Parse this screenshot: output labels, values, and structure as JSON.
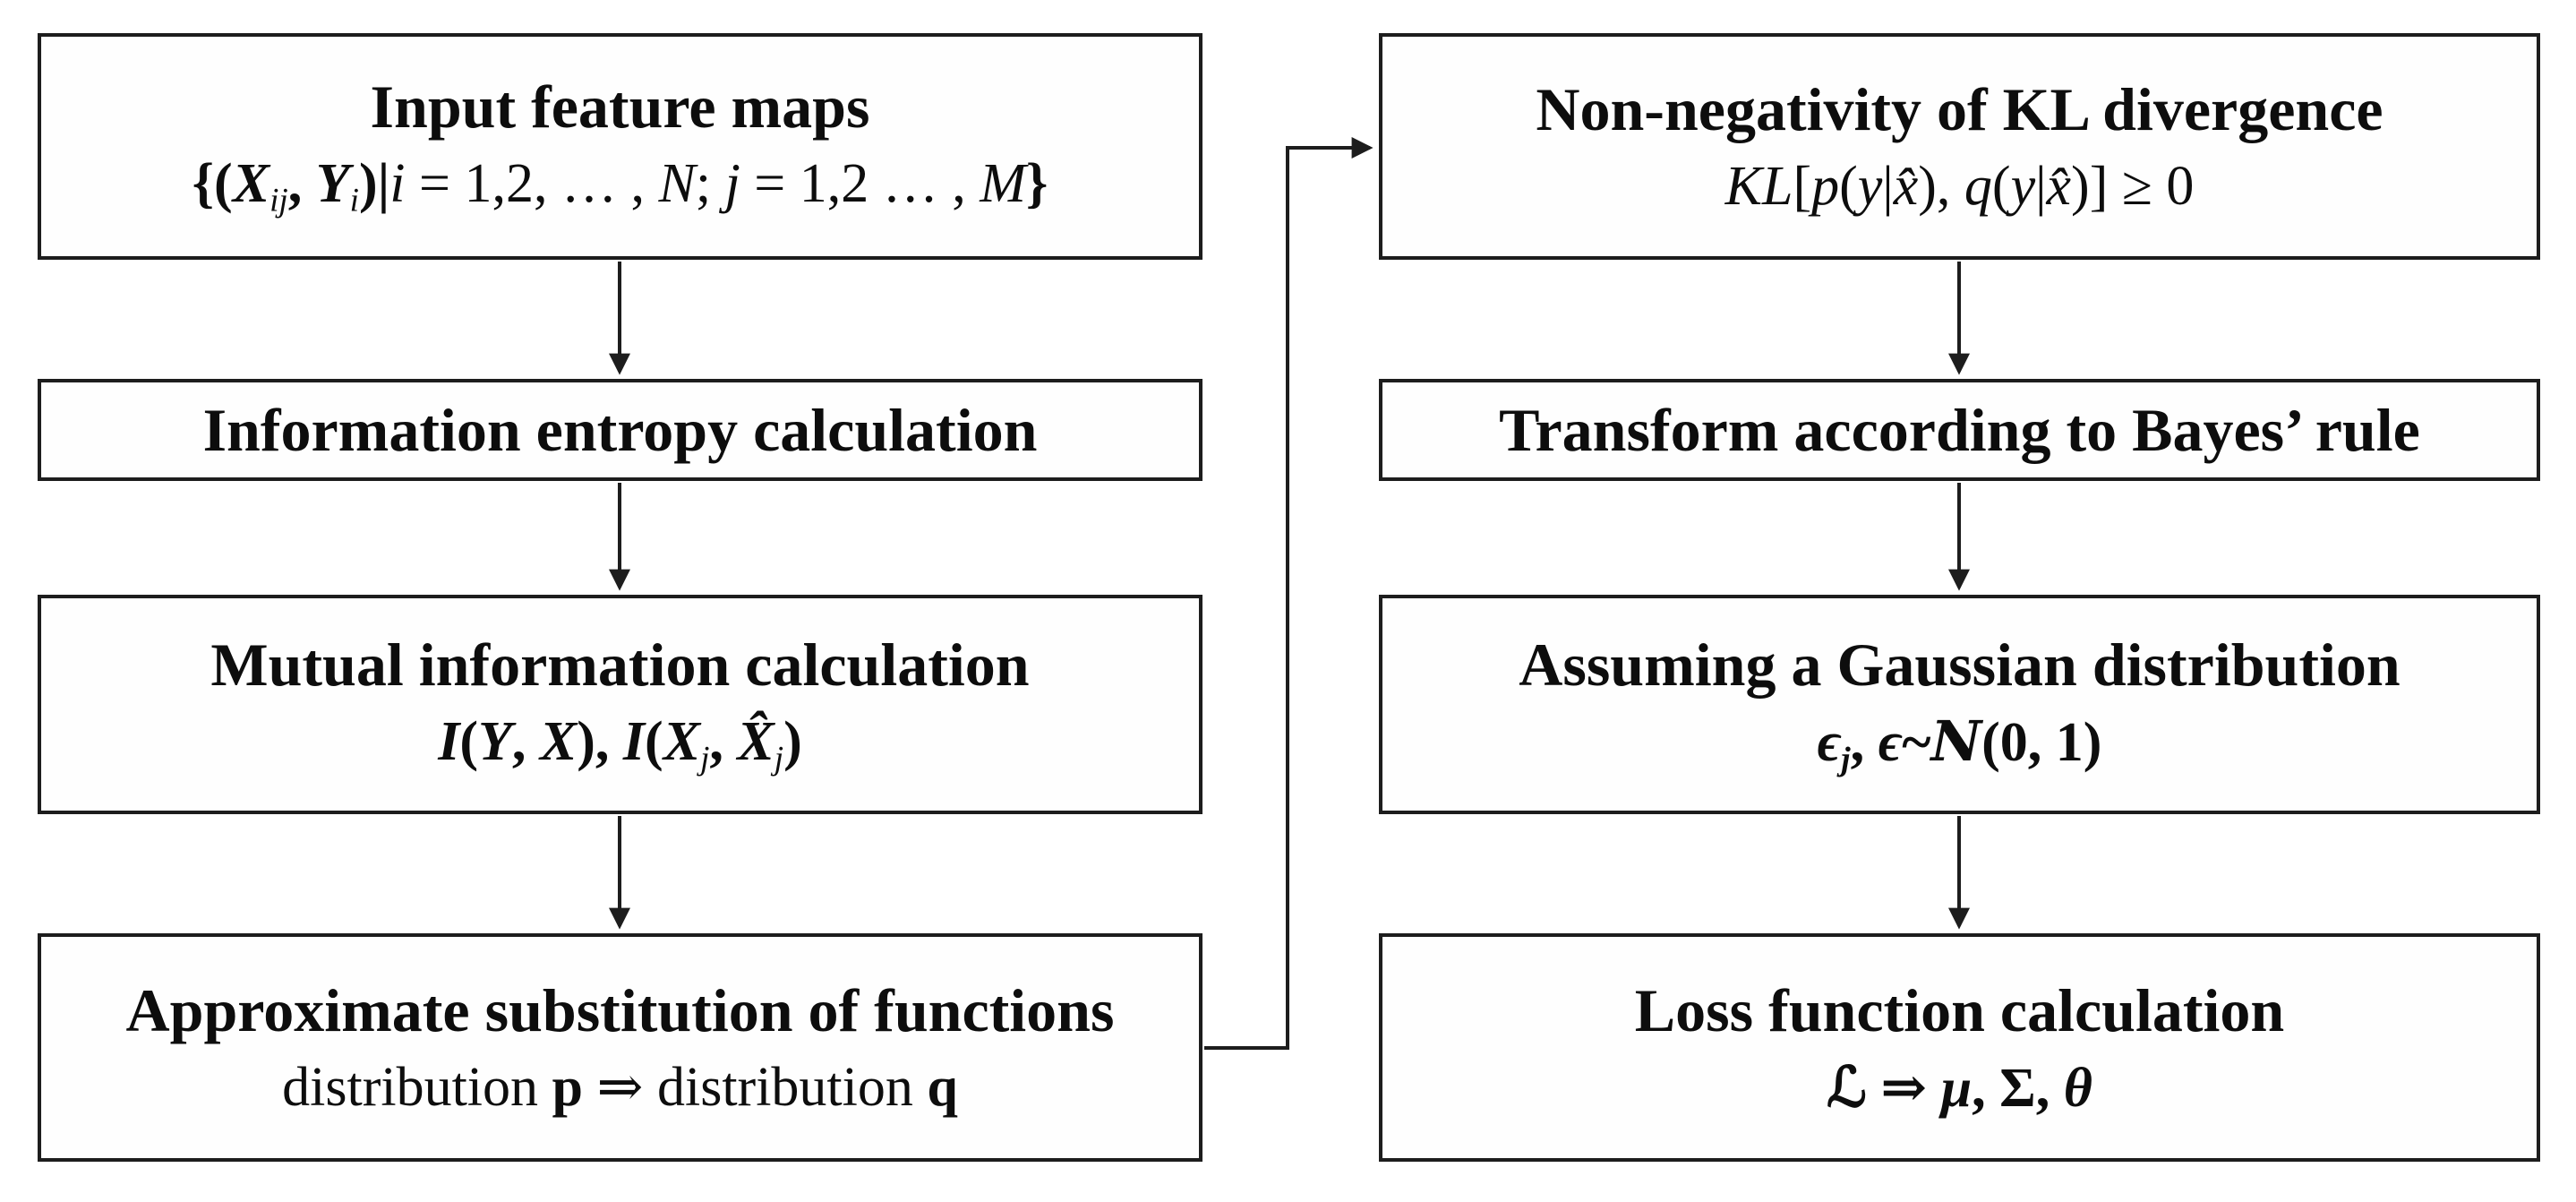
{
  "colors": {
    "ink": "#0d0d0d",
    "border": "#1d1d1d",
    "background": "#ffffff"
  },
  "boxes": {
    "l1": {
      "title": "Input feature maps",
      "formula": [
        "{(",
        "X",
        "ij",
        ", ",
        "Y",
        "i",
        ")|",
        "i",
        " = 1,2, … , ",
        "N",
        "; ",
        "j",
        " = 1,2 … , ",
        "M",
        "}"
      ]
    },
    "l2": {
      "title": "Information entropy calculation"
    },
    "l3": {
      "title": "Mutual information calculation",
      "formula": [
        "I",
        "(",
        "Y",
        ", ",
        "X",
        "), ",
        "I",
        "(",
        "X",
        "j",
        ", ",
        "X̂",
        "j",
        ")"
      ]
    },
    "l4": {
      "title": "Approximate substitution of functions",
      "formula": [
        "distribution ",
        "p",
        " ⇒ ",
        "distribution ",
        "q"
      ]
    },
    "r1": {
      "title": "Non-negativity of KL divergence",
      "formula": [
        "KL",
        "[",
        "p",
        "(",
        "y",
        "|",
        "x̂",
        "), ",
        "q",
        "(",
        "y",
        "|",
        "x̂",
        ")] ≥ 0"
      ]
    },
    "r2": {
      "title": "Transform according to Bayes’ rule"
    },
    "r3": {
      "title": "Assuming a Gaussian distribution",
      "formula": [
        "ϵ",
        "j",
        ", ",
        "ϵ",
        "~",
        "N",
        "(0, 1)"
      ]
    },
    "r4": {
      "title": "Loss function calculation",
      "formula": [
        "ℒ",
        " ⇒ ",
        "μ",
        ", ",
        "Σ",
        ", ",
        "θ"
      ]
    }
  },
  "flow": [
    {
      "from": "Input feature maps",
      "to": "Information entropy calculation"
    },
    {
      "from": "Information entropy calculation",
      "to": "Mutual information calculation"
    },
    {
      "from": "Mutual information calculation",
      "to": "Approximate substitution of functions"
    },
    {
      "from": "Approximate substitution of functions",
      "to": "Non-negativity of KL divergence"
    },
    {
      "from": "Non-negativity of KL divergence",
      "to": "Transform according to Bayes' rule"
    },
    {
      "from": "Transform according to Bayes' rule",
      "to": "Assuming a Gaussian distribution"
    },
    {
      "from": "Assuming a Gaussian distribution",
      "to": "Loss function calculation"
    }
  ]
}
